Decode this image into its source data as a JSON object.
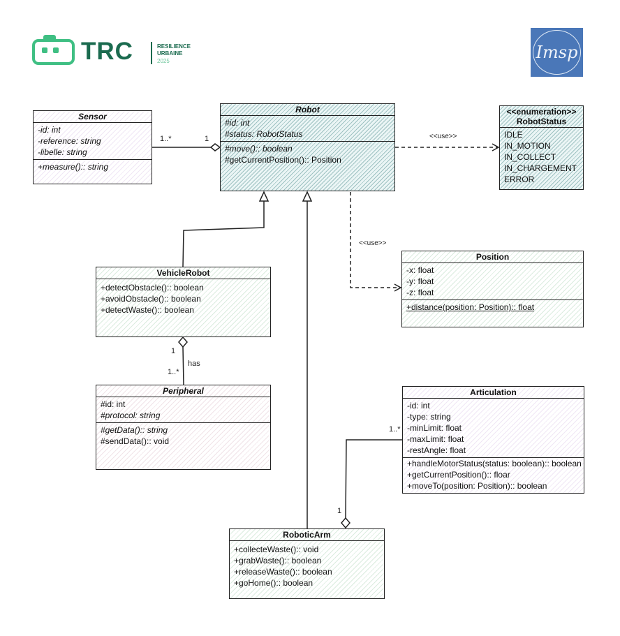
{
  "logos": {
    "trc": {
      "name": "TRC",
      "line1": "RESILIENCE",
      "line2": "URBAINE",
      "year": "2025",
      "icon": "robot-head-icon",
      "color": "#1b6b4f"
    },
    "imsp": {
      "text": "Imsp",
      "color": "#4a77b8"
    }
  },
  "classes": {
    "sensor": {
      "name": "Sensor",
      "attrs": [
        "-id: int",
        "-reference: string",
        "-libelle: string"
      ],
      "methods": [
        "+measure():: string"
      ]
    },
    "robot": {
      "name": "Robot",
      "attrs": [
        "#id: int",
        "#status: RobotStatus"
      ],
      "methods": [
        "#move():: boolean",
        "#getCurrentPosition():: Position"
      ]
    },
    "robotstatus": {
      "stereotype": "<<enumeration>>",
      "name": "RobotStatus",
      "values": [
        "IDLE",
        "IN_MOTION",
        "IN_COLLECT",
        "IN_CHARGEMENT",
        "ERROR"
      ]
    },
    "position": {
      "name": "Position",
      "attrs": [
        "-x: float",
        "-y: float",
        "-z: float"
      ],
      "methods": [
        "+distance(position: Position):: float"
      ]
    },
    "vehiclerobot": {
      "name": "VehicleRobot",
      "methods": [
        "+detectObstacle():: boolean",
        "+avoidObstacle():: boolean",
        "+detectWaste():: boolean"
      ]
    },
    "peripheral": {
      "name": "Peripheral",
      "attrs": [
        "#id: int",
        "#protocol: string"
      ],
      "methods": [
        "#getData():: string",
        "#sendData():: void"
      ]
    },
    "articulation": {
      "name": "Articulation",
      "attrs": [
        "-id: int",
        "-type: string",
        "-minLimit: float",
        "-maxLimit: float",
        "-restAngle: float"
      ],
      "methods": [
        "+handleMotorStatus(status: boolean):: boolean",
        "+getCurrentPosition():: floar",
        "+moveTo(position: Position):: boolean"
      ]
    },
    "roboticarm": {
      "name": "RoboticArm",
      "methods": [
        "+collecteWaste():: void",
        "+grabWaste():: boolean",
        "+releaseWaste():: boolean",
        "+goHome():: boolean"
      ]
    }
  },
  "relations": {
    "sensor_robot": {
      "source_mult": "1..*",
      "target_mult": "1"
    },
    "robot_status": {
      "label": "<<use>>"
    },
    "robot_position": {
      "label": "<<use>>"
    },
    "vehicle_peripheral": {
      "source_mult": "1",
      "target_mult": "1..*",
      "label": "has"
    },
    "arm_articulation": {
      "source_mult": "1",
      "target_mult": "1..*"
    }
  },
  "colors": {
    "purple": "#e6d8ee",
    "teal": "#5aa8a8",
    "green": "#d6ecd9",
    "pink": "#ecd6dc",
    "line": "#222222"
  }
}
